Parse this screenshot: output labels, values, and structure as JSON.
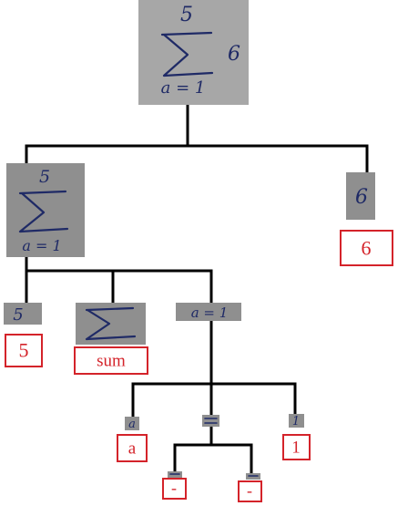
{
  "labels": {
    "six": "6",
    "five": "5",
    "sum": "sum",
    "a": "a",
    "one": "1",
    "minus_left": "-",
    "minus_right": "-"
  },
  "handwriting": {
    "root_upper": "5",
    "root_lower": "a = 1",
    "root_operand": "6",
    "sum_upper": "5",
    "sum_lower": "a = 1",
    "six": "6",
    "five": "5",
    "equation": "a = 1",
    "var_a": "a",
    "digit_one": "1"
  }
}
